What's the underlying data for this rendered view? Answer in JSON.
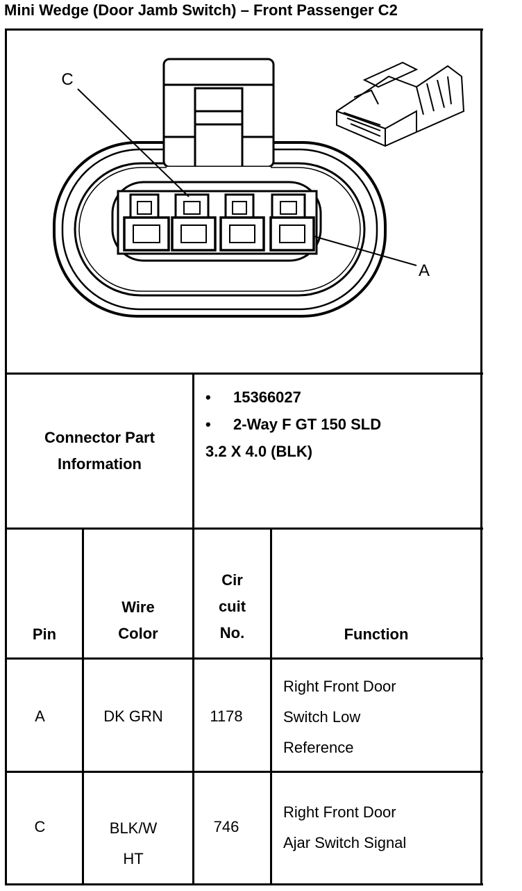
{
  "title": "Mini Wedge (Door Jamb Switch) – Front Passenger C2",
  "diagram": {
    "label_c": "C",
    "label_a": "A"
  },
  "connector_info": {
    "label_line1": "Connector Part",
    "label_line2": "Information",
    "bullet": "•",
    "part_number": "15366027",
    "description_line1": "2-Way F GT 150 SLD",
    "description_line2": "3.2 X 4.0 (BLK)"
  },
  "headers": {
    "pin": "Pin",
    "wire_color_1": "Wire",
    "wire_color_2": "Color",
    "circuit_1": "Cir",
    "circuit_2": "cuit",
    "circuit_3": "No.",
    "function": "Function"
  },
  "rows": [
    {
      "pin": "A",
      "wire_color_1": "DK GRN",
      "wire_color_2": "",
      "circuit": "1178",
      "function": [
        "Right Front Door",
        "Switch Low",
        "Reference"
      ]
    },
    {
      "pin": "C",
      "wire_color_1": "BLK/W",
      "wire_color_2": "HT",
      "circuit": "746",
      "function": [
        "Right Front Door",
        "Ajar Switch Signal"
      ]
    }
  ]
}
